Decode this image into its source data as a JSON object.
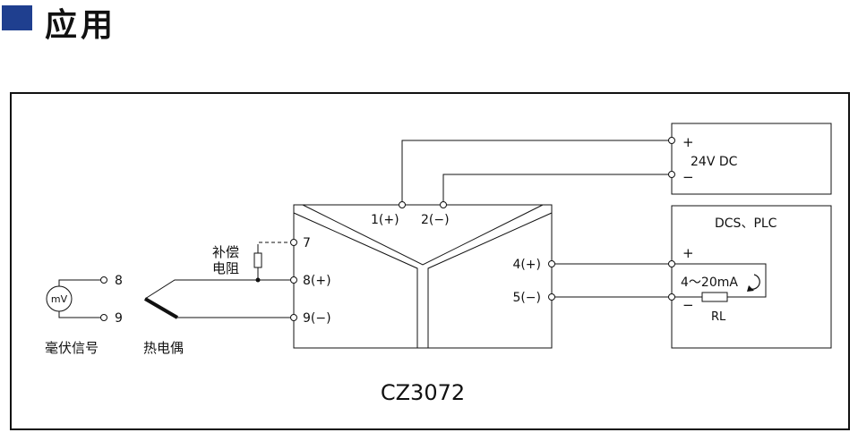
{
  "header": {
    "title": "应用"
  },
  "diagram": {
    "model": "CZ3072",
    "terminals": {
      "t1": "1(+)",
      "t2": "2(−)",
      "t4": "4(+)",
      "t5": "5(−)",
      "t7": "7",
      "t8": "8(+)",
      "t9": "9(−)"
    },
    "power_supply": {
      "label": "24V DC",
      "plus": "+",
      "minus": "−"
    },
    "dcs_box": {
      "title": "DCS、PLC",
      "plus": "+",
      "minus": "−",
      "current": "4～20mA",
      "resistor": "RL"
    },
    "compensation": {
      "line1": "补偿",
      "line2": "电阻"
    },
    "millivolt": {
      "symbol": "mV",
      "pin_a": "8",
      "pin_b": "9",
      "label": "毫伏信号"
    },
    "thermocouple": {
      "label": "热电偶"
    }
  }
}
